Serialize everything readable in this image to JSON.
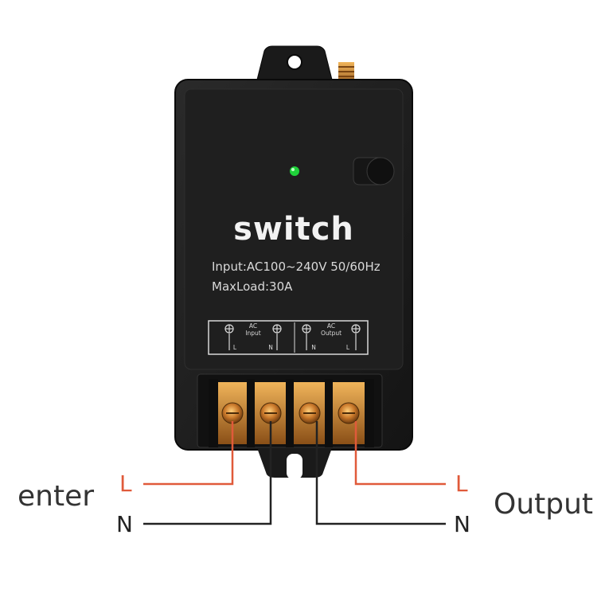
{
  "device": {
    "title": "switch",
    "input_spec": "Input:AC100~240V 50/60Hz",
    "max_load": "MaxLoad:30A",
    "terminal_panel": {
      "groups": [
        {
          "top": "AC",
          "name": "Input",
          "pins": [
            "L",
            "N"
          ]
        },
        {
          "top": "AC",
          "name": "Output",
          "pins": [
            "N",
            "L"
          ]
        }
      ]
    },
    "status_led_color": "#1fd23a",
    "body_color": "#1c1c1c"
  },
  "wiring": {
    "left_label": "enter",
    "right_label": "Output",
    "left_L": "L",
    "left_N": "N",
    "right_L": "L",
    "right_N": "N",
    "live_color": "#e05a3a",
    "neutral_color": "#222222"
  }
}
